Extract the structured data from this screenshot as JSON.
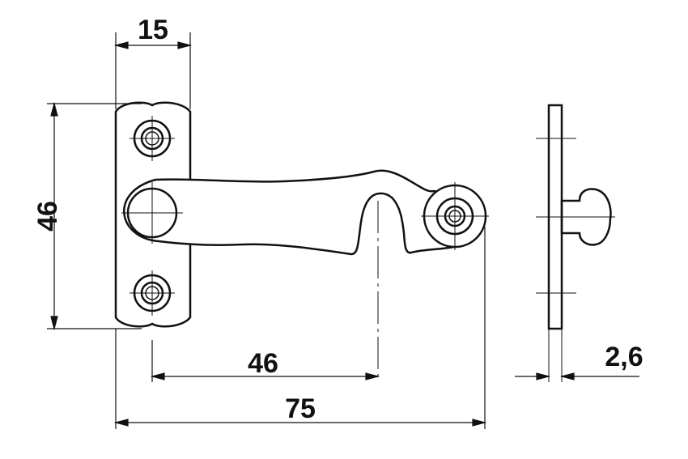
{
  "dimensions": {
    "plate_width": "15",
    "height": "46",
    "hook_offset": "46",
    "total_length": "75",
    "thickness": "2,6"
  }
}
